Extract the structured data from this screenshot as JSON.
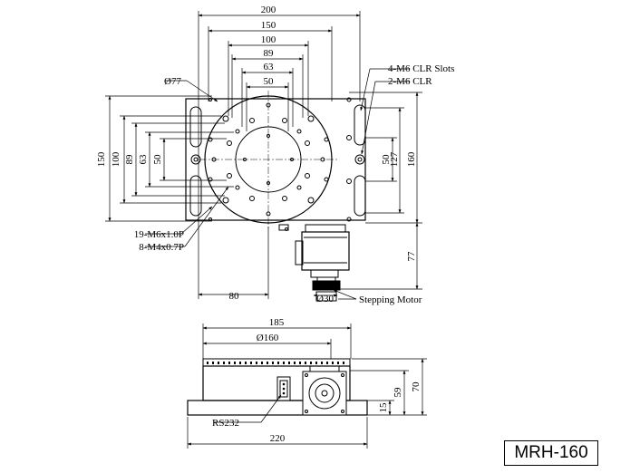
{
  "model": "MRH-160",
  "top_view": {
    "dims_horizontal": [
      "200",
      "150",
      "100",
      "89",
      "63",
      "50",
      "80"
    ],
    "dims_left_vertical": [
      "150",
      "100",
      "89",
      "63",
      "50"
    ],
    "dims_right_vertical": [
      "160",
      "127",
      "50",
      "77"
    ],
    "diameter_top": "Ø77",
    "diameter_bottom": "Ø30",
    "callouts": {
      "slots": "4-M6 CLR Slots",
      "clr": "2-M6 CLR",
      "tapped_a": "19-M6x1.0P",
      "tapped_b": "8-M4x0.7P",
      "motor": "Stepping Motor"
    }
  },
  "side_view": {
    "dim_top": "185",
    "dim_table": "Ø160",
    "dim_bottom": "220",
    "dims_right": [
      "70",
      "59",
      "15"
    ],
    "connector": "RS232"
  }
}
